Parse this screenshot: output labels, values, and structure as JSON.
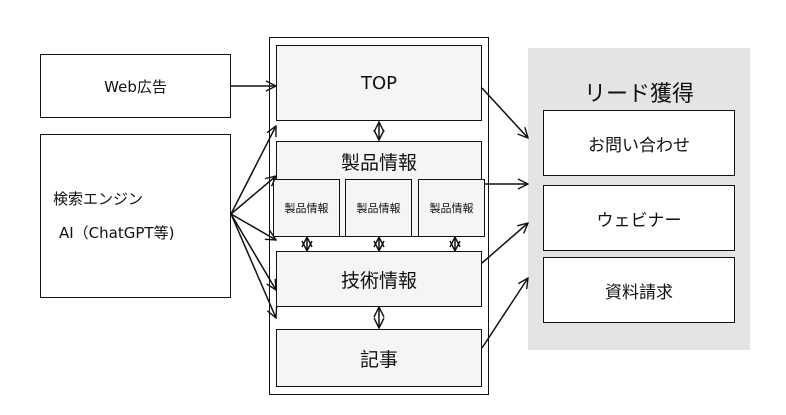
{
  "sources": {
    "web_ad": "Web広告",
    "search_line1": "検索エンジン",
    "search_line2": "AI（ChatGPT等)"
  },
  "site": {
    "top": "TOP",
    "products": "製品情報",
    "product_sub": [
      "製品情報",
      "製品情報",
      "製品情報"
    ],
    "tech": "技術情報",
    "articles": "記事"
  },
  "lead": {
    "title": "リード獲得",
    "items": [
      "お問い合わせ",
      "ウェビナー",
      "資料請求"
    ]
  }
}
